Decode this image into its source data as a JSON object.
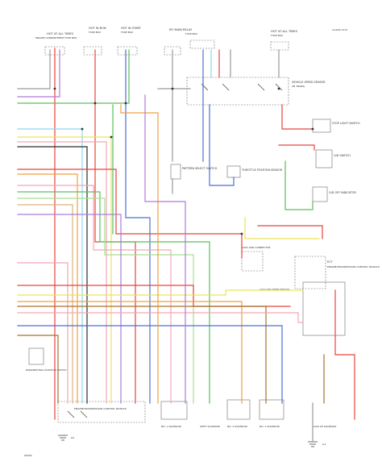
{
  "page": {
    "page_id": "4-LR24-1372",
    "footer_id": "95929"
  },
  "colors": {
    "red": "#e8433d",
    "green": "#5bbf5c",
    "light_green": "#a9df8f",
    "yellow": "#e9e35a",
    "blue": "#4c6fd6",
    "light_blue": "#8ed6ec",
    "violet": "#b07ad8",
    "pink": "#f2a6b6",
    "brown": "#a8702f",
    "tan": "#d9b27d",
    "orange": "#f0a040",
    "black": "#2b2b2b",
    "gray": "#9a9a9a"
  },
  "labels": {
    "top_fuse_box": "HOT AT ALL TIMES",
    "top_fuse_box_sub": "ENGINE COMPARTMENT FUSE BOX",
    "top_ign_fuse": "HOT IN RUN",
    "top_ign_fuse_sub": "FUSE BOX",
    "top_start_fuse": "HOT IN START",
    "top_start_fuse_sub": "FUSE BOX",
    "top_ecu_relay": "EFI MAIN RELAY",
    "top_ecu_relay_sub": "FUSE BOX",
    "top_right_fuse": "HOT AT ALL TIMES",
    "top_right_fuse_sub": "FUSE BOX",
    "speed_sensor": "VEHICLE SPEED SENSOR",
    "speed_sensor_sub": "(IN TRANS)",
    "stop_switch": "STOP LIGHT SWITCH",
    "od_switch": "O/D SWITCH",
    "od_indicator": "O/D OFF INDICATOR",
    "pattern_switch": "PATTERN SELECT SWITCH",
    "throttle_sensor": "THROTTLE POSITION SENSOR",
    "park_neutral": "PARK/NEUTRAL POSITION SWITCH",
    "shift_solenoid": "SHIFT SOLENOID",
    "lockup_solenoid": "LOCK-UP SOLENOID",
    "ecm_block": "ENGINE/TRANSMISSION CONTROL MODULE",
    "ect_box": "ECT",
    "coolant_sensor": "COOLANT TEMP SENSOR",
    "data_link": "DATA LINK CONNECTOR",
    "sol1": "NO. 1 SOLENOID",
    "sol2": "NO. 2 SOLENOID",
    "sol3": "NO. 3 SOLENOID",
    "ground_a": "G1",
    "ground_b": "G2"
  }
}
